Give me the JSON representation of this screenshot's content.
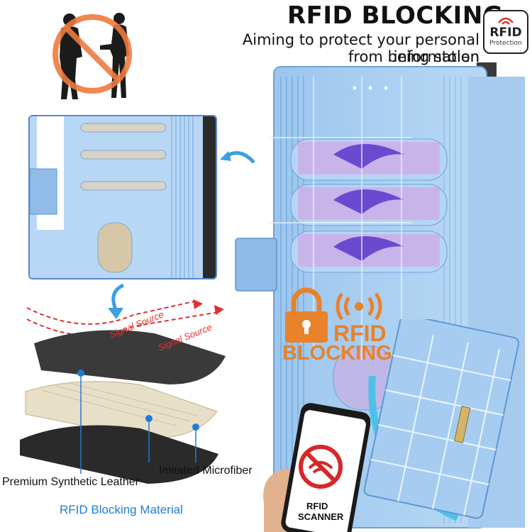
{
  "header": {
    "title": "RFID BLOCKING",
    "subtitle_line1": "Aiming to protect your personal information",
    "subtitle_line2": "from being stolen"
  },
  "badge": {
    "icon": "wifi-signal-icon",
    "line1": "RFID",
    "line2": "Protection"
  },
  "overlay": {
    "rfid_word": "RFID",
    "blocking_word": "BLOCKING"
  },
  "layers": {
    "signal_label_1": "Signal Source",
    "signal_label_2": "Signal Source",
    "label_leather": "Premium Synthetic Leather",
    "label_microfiber": "Imitated Microfiber",
    "label_material": "RFID Blocking Material"
  },
  "phone": {
    "scanner_line1": "RFID",
    "scanner_line2": "SCANNER"
  },
  "colors": {
    "case_blue": "#a9cdef",
    "accent_orange": "#e8822b",
    "signal_red": "#e03030",
    "label_blue": "#1f7bd8"
  }
}
